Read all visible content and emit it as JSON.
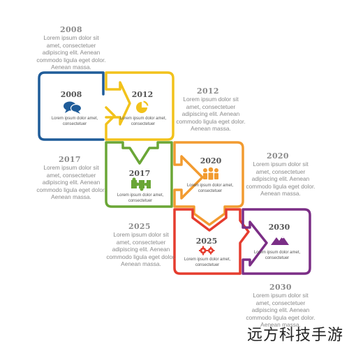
{
  "outside_blocks": [
    {
      "year": "2008",
      "text": "Lorem ipsum dolor sit amet, consectetuer adipiscing elit. Aenean commodo ligula eget dolor. Aenean massa."
    },
    {
      "year": "2012",
      "text": "Lorem ipsum dolor sit amet, consectetuer adipiscing elit. Aenean commodo ligula eget dolor. Aenean massa."
    },
    {
      "year": "2017",
      "text": "Lorem ipsum dolor sit amet, consectetuer adipiscing elit. Aenean commodo ligula eget dolor. Aenean massa."
    },
    {
      "year": "2020",
      "text": "Lorem ipsum dolor sit amet, consectetuer adipiscing elit. Aenean commodo ligula eget dolor. Aenean massa."
    },
    {
      "year": "2025",
      "text": "Lorem ipsum dolor sit amet, consectetuer adipiscing elit. Aenean commodo ligula eget dolor. Aenean massa."
    },
    {
      "year": "2030",
      "text": "Lorem ipsum dolor sit amet, consectetuer adipiscing elit. Aenean commodo ligula eget dolor. Aenean massa."
    }
  ],
  "pieces": [
    {
      "year": "2008",
      "text": "Lorem ipsum dolor amet, consectetuer",
      "color": "#1f5c99",
      "icon": "chat-bubbles-icon"
    },
    {
      "year": "2012",
      "text": "Lorem ipsum dolor amet, consectetuer",
      "color": "#f2c21b",
      "icon": "pie-chart-icon"
    },
    {
      "year": "2017",
      "text": "Lorem ipsum dolor amet, consectetuer",
      "color": "#6aa636",
      "icon": "puzzle-icon"
    },
    {
      "year": "2020",
      "text": "Lorem ipsum dolor amet, consectetuer",
      "color": "#f29b30",
      "icon": "people-icon"
    },
    {
      "year": "2025",
      "text": "Lorem ipsum dolor amet, consectetuer",
      "color": "#e53c2e",
      "icon": "gears-icon"
    },
    {
      "year": "2030",
      "text": "Lorem ipsum dolor amet, consectetuer",
      "color": "#7b2e86",
      "icon": "mountains-icon"
    }
  ],
  "watermark": "远方科技手游"
}
